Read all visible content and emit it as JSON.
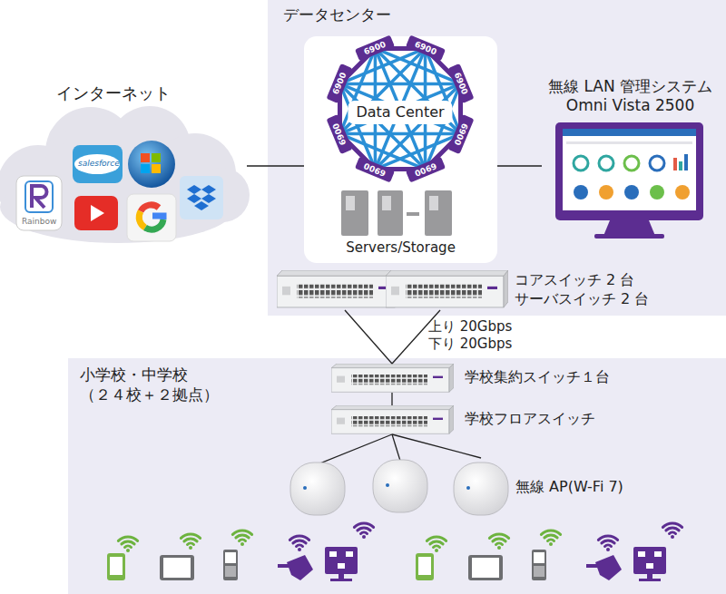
{
  "diagram": {
    "nodes": [
      {
        "text": [
          "データセンター"
        ]
      },
      {
        "text": [
          "Data Center",
          "Servers/Storage"
        ],
        "in": 0
      },
      {
        "text": [
          "無線 LAN 管理システム Omni Vista 2500"
        ],
        "in": 0
      },
      {
        "text": [
          "コアスイッチ 2 台 サーバスイッチ 2 台"
        ],
        "in": 0
      },
      {
        "text": [
          "インターネット"
        ]
      },
      {
        "text": [
          "小学校・中学校 （２４校＋２拠点）"
        ]
      },
      {
        "text": [
          "学校集約スイッチ１台"
        ],
        "in": 5
      },
      {
        "text": [
          "学校フロアスイッチ"
        ],
        "in": 5
      },
      {
        "text": [
          "無線 AP(W-Fi 7)"
        ],
        "in": 5
      }
    ],
    "edges": [
      {
        "from": 4,
        "to": 1,
        "arrow": "none"
      },
      {
        "from": 1,
        "to": 2,
        "arrow": "none"
      },
      {
        "from": 3,
        "to": 6,
        "label": "上り 20Gbps 下り 20Gbps",
        "arrow": "none"
      },
      {
        "from": 6,
        "to": 7,
        "arrow": "none"
      },
      {
        "from": 7,
        "to": 8,
        "arrow": "none"
      }
    ],
    "labels": [
      "6900",
      "6900",
      "6900",
      "6900",
      "6900",
      "6900",
      "6900",
      "6900",
      "salesforce",
      "Rainbow"
    ]
  }
}
